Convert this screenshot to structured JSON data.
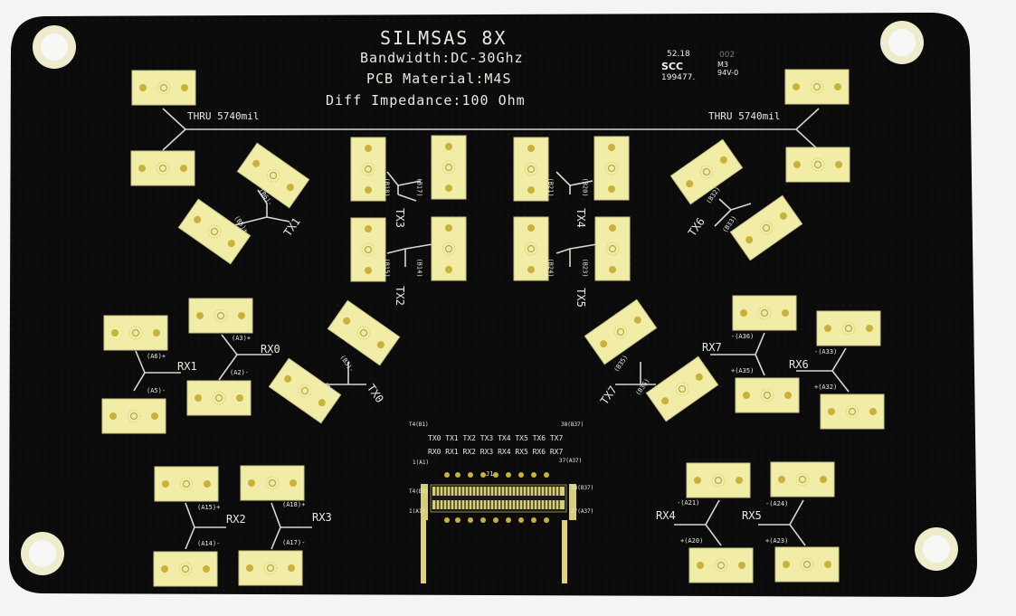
{
  "board": {
    "title": "SILMSAS 8X",
    "spec_bandwidth": "Bandwidth:DC-30Ghz",
    "spec_material": "PCB Material:M4S",
    "spec_impedance": "Diff Impedance:100 Ohm",
    "thru_left": "THRU 5740mil",
    "thru_right": "THRU 5740mil",
    "date_code": "52.18",
    "rev": "002",
    "logo_scc": "SCC",
    "logo_ul": "199477.",
    "logo_rating": "M3",
    "logo_rating2": "94V-0",
    "connector_ref": "J1",
    "colors": {
      "solder_mask": "#0b0b0b",
      "pad_gold": "#f1eda6",
      "silkscreen": "#e9e9e2",
      "background": "#f4f4f2"
    }
  },
  "labels": {
    "tx0": "TX0",
    "tx1": "TX1",
    "tx2": "TX2",
    "tx3": "TX3",
    "tx4": "TX4",
    "tx5": "TX5",
    "tx6": "TX6",
    "tx7": "TX7",
    "rx0": "RX0",
    "rx1": "RX1",
    "rx2": "RX2",
    "rx3": "RX3",
    "rx4": "RX4",
    "rx5": "RX5",
    "rx6": "RX6",
    "rx7": "RX7"
  },
  "pins": {
    "a3": "(A3)+",
    "a2": "(A2)-",
    "a6": "(A6)+",
    "a5": "(A5)-",
    "a15": "(A15)+",
    "a14": "(A14)-",
    "a18": "(A18)+",
    "a17": "(A17)-",
    "a21": "-(A21)",
    "a20": "+(A20)",
    "a24": "-(A24)",
    "a23": "+(A23)",
    "a36": "-(A36)",
    "a35": "+(A35)",
    "a33": "-(A33)",
    "a32": "+(A32)",
    "b3": "(B3)-",
    "b2": "(B2)+",
    "b6": "(B6)-",
    "b5": "(B5)+",
    "b18": "(B18)",
    "b17": "(B17)",
    "b15": "(B15)",
    "b14": "(B14)",
    "b21": "(B21)",
    "b20": "(B20)",
    "b24": "(B24)",
    "b23": "(B23)",
    "b32": "(B32)",
    "b33": "(B33)",
    "b35": "(B35)",
    "b36": "(B36)"
  },
  "connector": {
    "tx_row": "TX0 TX1   TX2 TX3 TX4 TX5   TX6 TX7",
    "rx_row": "RX0 RX1   RX2 RX3 RX4 RX5   RX6 RX7",
    "tl": "T4(B1)",
    "tr": "38(B37)",
    "ml": "1(A1)",
    "mr": "37(A37)",
    "bl": "T4(B1)",
    "br": "38(B37)",
    "bl2": "1(A1)",
    "br2": "37(A37)"
  }
}
